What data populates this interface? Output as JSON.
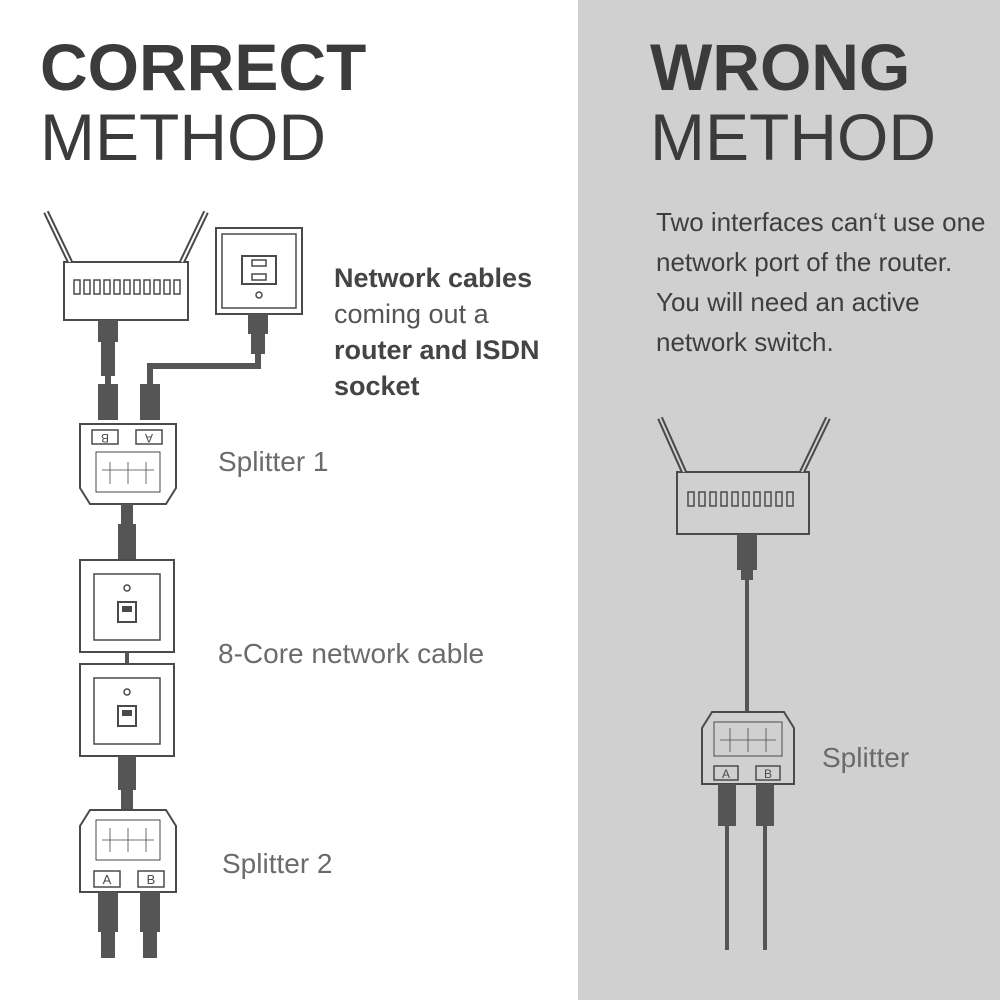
{
  "correct": {
    "title_bold": "CORRECT",
    "title_light": "METHOD",
    "description": {
      "line1_bold": "Network cables",
      "line2": "coming out a",
      "line3_bold": "router and ISDN",
      "line4_bold": "socket"
    },
    "splitter1_label": "Splitter 1",
    "cable_label": "8-Core network cable",
    "splitter2_label": "Splitter 2",
    "port_a": "A",
    "port_b": "B"
  },
  "wrong": {
    "title_bold": "WRONG",
    "title_light": "METHOD",
    "description": "Two interfaces can‘t use one network port of the router. You will need an active network switch.",
    "splitter_label": "Splitter",
    "port_a": "A",
    "port_b": "B"
  },
  "colors": {
    "left_bg": "#ffffff",
    "right_bg": "#d0d0d0",
    "ink": "#3b3b3b"
  }
}
